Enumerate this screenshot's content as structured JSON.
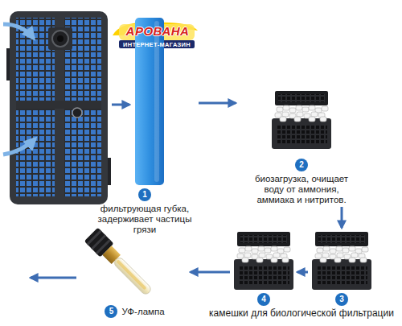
{
  "diagram": {
    "nodes": [
      {
        "text": [
          "1",
          "фильтрующая губка, задерживает частицы грязи"
        ]
      },
      {
        "text": [
          "2",
          "биозагрузка, очищает воду от аммония, аммиака и нитритов."
        ]
      },
      {
        "text": [
          "3"
        ]
      },
      {
        "text": [
          "4"
        ]
      },
      {
        "text": [
          "5",
          "УФ-лампа"
        ]
      }
    ],
    "edges": [
      {
        "from": 0,
        "to": 1,
        "arrow": "to"
      },
      {
        "from": 1,
        "to": 2,
        "arrow": "to"
      },
      {
        "from": 2,
        "to": 3,
        "arrow": "to"
      },
      {
        "from": 3,
        "to": 4,
        "arrow": "to"
      }
    ],
    "labels": [
      "камешки для биологической фильтрации",
      "АРОВАНА",
      "ИНТЕРНЕТ-МАГАЗИН"
    ]
  }
}
